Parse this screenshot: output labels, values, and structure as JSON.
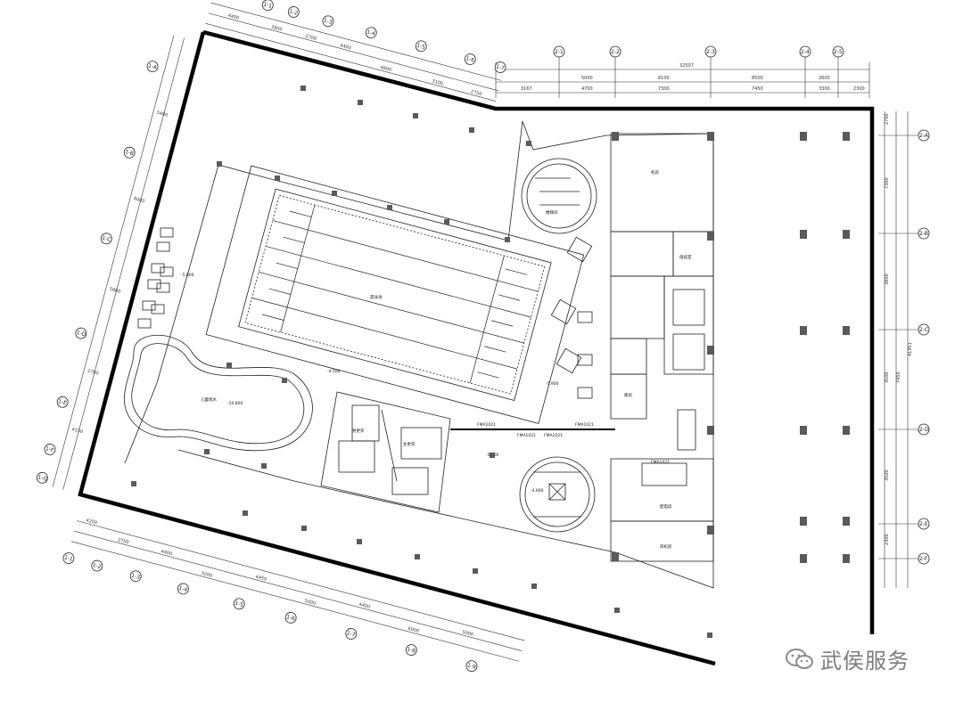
{
  "plan": {
    "watermark": "武侯服务",
    "upper_left_axes": [
      "1-1",
      "1-2",
      "1-3",
      "1-4",
      "1-5",
      "1-6",
      "1-7"
    ],
    "left_axes": [
      "1-A",
      "1-B",
      "1-C",
      "1-D",
      "1-E",
      "1-F",
      "1-G"
    ],
    "top_right_axes": [
      "2-1",
      "2-2",
      "2-3",
      "2-4",
      "2-5"
    ],
    "right_axes": [
      "2-A",
      "2-B",
      "2-C",
      "2-D",
      "2-E",
      "2-F"
    ],
    "bottom_axes": [
      "1-1",
      "1-2",
      "1-3",
      "1-4",
      "1-5",
      "1-6",
      "1-7",
      "1-8",
      "1-9"
    ],
    "top_dims_row1": [
      "5000",
      "8100",
      "8500",
      "2600"
    ],
    "top_dims_row2": [
      "3167",
      "4700",
      "7300",
      "7450",
      "3300",
      "2300"
    ],
    "top_total": "32507",
    "right_dims": [
      "2700",
      "7300",
      "3800",
      "3500",
      "7450",
      "3500",
      "2300"
    ],
    "right_total": "41951",
    "upper_left_dims": [
      "4400",
      "3900",
      "2700",
      "4400",
      "4800",
      "3100",
      "2750"
    ],
    "left_dims": [
      "5400",
      "8000",
      "5800",
      "2700",
      "4150"
    ],
    "bottom_dims": [
      "4200",
      "2700",
      "4400",
      "3200",
      "4450",
      "5000",
      "4400",
      "6000",
      "5000"
    ],
    "level_marks": [
      "-5.800",
      "-4.500",
      "-10.800",
      "-5.900",
      "-5.000",
      "-4.600"
    ],
    "door_tags": [
      "FMA1021",
      "FMA1021",
      "FMA1021",
      "FMA1021",
      "FMA1021"
    ],
    "room_labels": [
      "游泳池",
      "儿童戏水",
      "男更衣",
      "女更衣",
      "机房",
      "值班室",
      "库房",
      "配电房",
      "风机房",
      "楼梯间"
    ]
  }
}
